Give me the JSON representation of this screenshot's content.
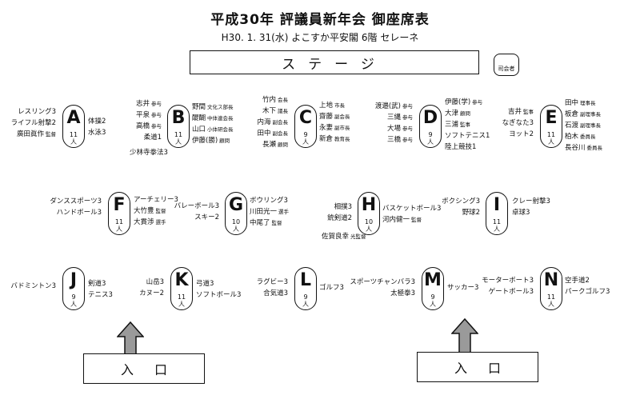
{
  "title": "平成30年 評議員新年会 御座席表",
  "subtitle": "H30. 1. 31(水) よこすか平安閣 6階 セレーネ",
  "stage": "ステージ",
  "chair_label": "司会者",
  "entrance": "入口",
  "tables": {
    "A": {
      "letter": "A",
      "count": "11",
      "unit": "人",
      "left": [
        {
          "name": "レスリング3",
          "role": ""
        },
        {
          "name": "ライフル射撃2",
          "role": ""
        },
        {
          "name": "廣田眞作",
          "role": "監督"
        }
      ],
      "right": [
        {
          "name": "体操2",
          "role": ""
        },
        {
          "name": "水泳3",
          "role": ""
        }
      ]
    },
    "B": {
      "letter": "B",
      "count": "11",
      "unit": "人",
      "left": [
        {
          "name": "志井",
          "role": "参与"
        },
        {
          "name": "平泉",
          "role": "参与"
        },
        {
          "name": "高橋",
          "role": "参与"
        },
        {
          "name": "柔道1",
          "role": ""
        }
      ],
      "right": [
        {
          "name": "野間",
          "role": "文化ス部長"
        },
        {
          "name": "醍醐",
          "role": "中体連会長"
        },
        {
          "name": "山口",
          "role": "小体研会長"
        },
        {
          "name": "伊藤(勝)",
          "role": "顧問"
        }
      ],
      "below": "少林寺拳法3"
    },
    "C": {
      "letter": "C",
      "count": "9",
      "unit": "人",
      "left": [
        {
          "name": "竹内",
          "role": "会長"
        },
        {
          "name": "木下",
          "role": "議長"
        },
        {
          "name": "内海",
          "role": "副会長"
        },
        {
          "name": "田中",
          "role": "副会長"
        },
        {
          "name": "長瀬",
          "role": "顧問"
        }
      ],
      "right": [
        {
          "name": "上地",
          "role": "市長"
        },
        {
          "name": "齋藤",
          "role": "副会長"
        },
        {
          "name": "永妻",
          "role": "副市長"
        },
        {
          "name": "新倉",
          "role": "教育長"
        }
      ]
    },
    "D": {
      "letter": "D",
      "count": "9",
      "unit": "人",
      "left": [
        {
          "name": "渡邉(武)",
          "role": "参与"
        },
        {
          "name": "三縄",
          "role": "参与"
        },
        {
          "name": "大場",
          "role": "参与"
        },
        {
          "name": "三橋",
          "role": "参与"
        }
      ],
      "right": [
        {
          "name": "伊藤(学)",
          "role": "参与"
        },
        {
          "name": "大津",
          "role": "顧問"
        },
        {
          "name": "三浦",
          "role": "監事"
        },
        {
          "name": "ソフトテニス1",
          "role": ""
        },
        {
          "name": "陸上競技1",
          "role": ""
        }
      ]
    },
    "E": {
      "letter": "E",
      "count": "11",
      "unit": "人",
      "left": [
        {
          "name": "吉井",
          "role": "監事"
        },
        {
          "name": "なぎなた3",
          "role": ""
        },
        {
          "name": "ヨット2",
          "role": ""
        }
      ],
      "right": [
        {
          "name": "田中",
          "role": "理事長"
        },
        {
          "name": "板倉",
          "role": "副理事長"
        },
        {
          "name": "石渡",
          "role": "副理事長"
        },
        {
          "name": "柏木",
          "role": "委員長"
        },
        {
          "name": "長谷川",
          "role": "委員長"
        }
      ]
    },
    "F": {
      "letter": "F",
      "count": "11",
      "unit": "人",
      "left": [
        {
          "name": "ダンススポーツ3",
          "role": ""
        },
        {
          "name": "ハンドボール3",
          "role": ""
        }
      ],
      "right": [
        {
          "name": "アーチェリー3",
          "role": ""
        },
        {
          "name": "大竹豊",
          "role": "監督"
        },
        {
          "name": "大貫渉",
          "role": "選手"
        }
      ]
    },
    "G": {
      "letter": "G",
      "count": "10",
      "unit": "人",
      "left": [
        {
          "name": "バレーボール3",
          "role": ""
        },
        {
          "name": "スキー2",
          "role": ""
        }
      ],
      "right": [
        {
          "name": "ボウリング3",
          "role": ""
        },
        {
          "name": "川田光一",
          "role": "選手"
        },
        {
          "name": "中尾了",
          "role": "監督"
        }
      ]
    },
    "H": {
      "letter": "H",
      "count": "10",
      "unit": "人",
      "left": [
        {
          "name": "相撲3",
          "role": ""
        },
        {
          "name": "銃剣道2",
          "role": ""
        }
      ],
      "right": [
        {
          "name": "バスケットボール3",
          "role": ""
        },
        {
          "name": "河内健一",
          "role": "監督"
        }
      ],
      "below": "佐賀良幸",
      "below_role": "光監督"
    },
    "I": {
      "letter": "I",
      "count": "11",
      "unit": "人",
      "left": [
        {
          "name": "ボクシング3",
          "role": ""
        },
        {
          "name": "野球2",
          "role": ""
        }
      ],
      "right": [
        {
          "name": "クレー射撃3",
          "role": ""
        },
        {
          "name": "卓球3",
          "role": ""
        }
      ]
    },
    "J": {
      "letter": "J",
      "count": "9",
      "unit": "人",
      "left": [
        {
          "name": "バドミントン3",
          "role": ""
        }
      ],
      "right": [
        {
          "name": "剣道3",
          "role": ""
        },
        {
          "name": "テニス3",
          "role": ""
        }
      ]
    },
    "K": {
      "letter": "K",
      "count": "11",
      "unit": "人",
      "left": [
        {
          "name": "山岳3",
          "role": ""
        },
        {
          "name": "カヌー2",
          "role": ""
        }
      ],
      "right": [
        {
          "name": "弓道3",
          "role": ""
        },
        {
          "name": "ソフトボール3",
          "role": ""
        }
      ]
    },
    "L": {
      "letter": "L",
      "count": "9",
      "unit": "人",
      "left": [
        {
          "name": "ラグビー3",
          "role": ""
        },
        {
          "name": "合気道3",
          "role": ""
        }
      ],
      "right": [
        {
          "name": "ゴルフ3",
          "role": ""
        }
      ]
    },
    "M": {
      "letter": "M",
      "count": "9",
      "unit": "人",
      "left": [
        {
          "name": "スポーツチャンバラ3",
          "role": ""
        },
        {
          "name": "太極拳3",
          "role": ""
        }
      ],
      "right": [
        {
          "name": "サッカー3",
          "role": ""
        }
      ]
    },
    "N": {
      "letter": "N",
      "count": "11",
      "unit": "人",
      "left": [
        {
          "name": "モーターボート3",
          "role": ""
        },
        {
          "name": "ゲートボール3",
          "role": ""
        }
      ],
      "right": [
        {
          "name": "空手道2",
          "role": ""
        },
        {
          "name": "パークゴルフ3",
          "role": ""
        }
      ]
    }
  }
}
